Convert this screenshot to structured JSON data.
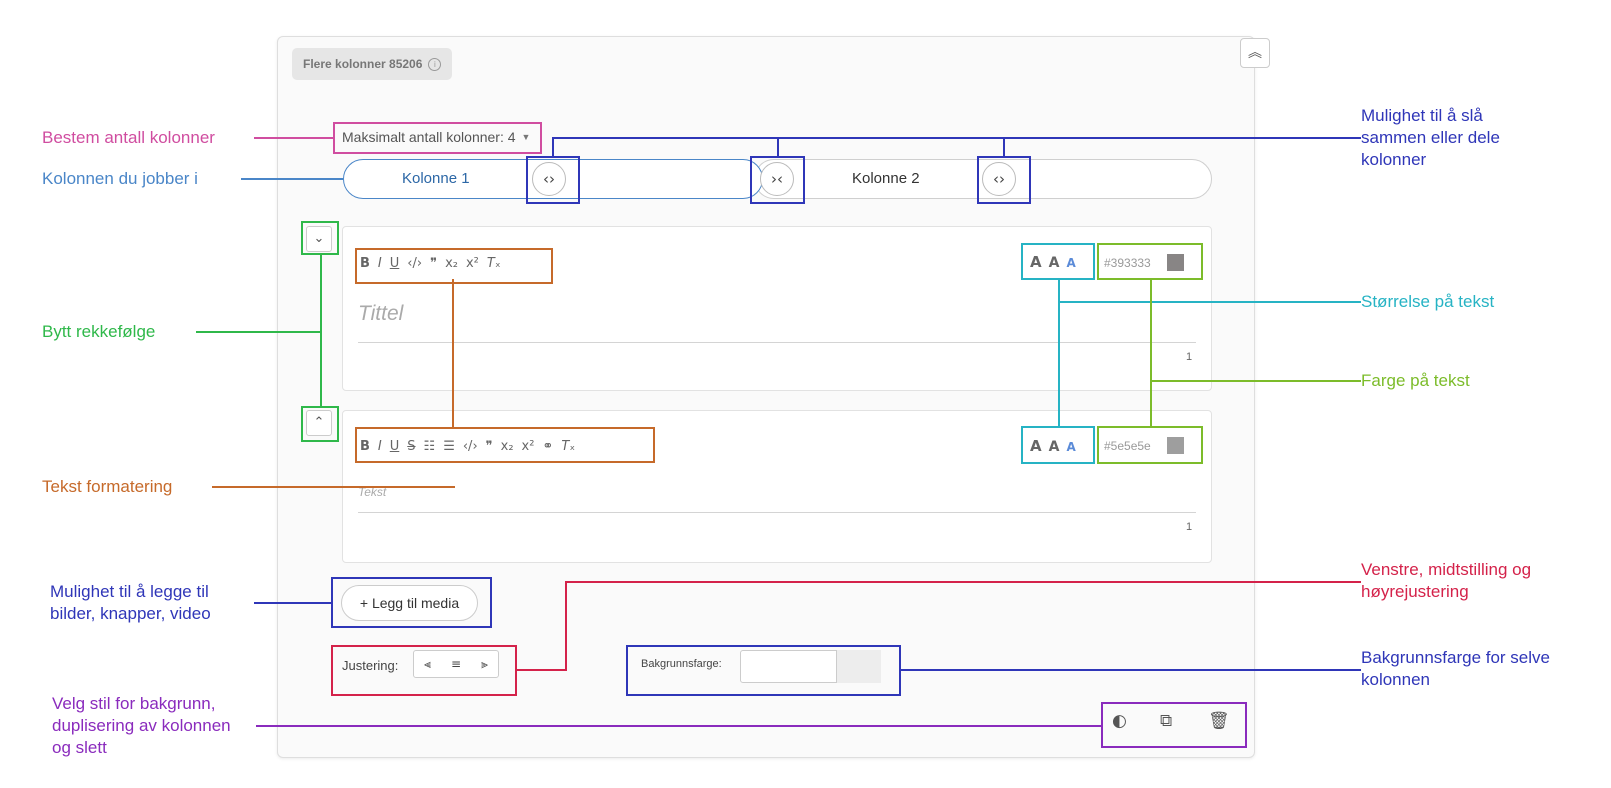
{
  "block": {
    "name": "Flere kolonner 85206",
    "info_icon": "info-icon",
    "collapse_icon": "double-chevron-up-icon"
  },
  "columns": {
    "max_label": "Maksimalt antall kolonner: 4",
    "tabs": [
      {
        "label": "Kolonne 1",
        "active": true
      },
      {
        "label": "Kolonne 2",
        "active": false
      }
    ],
    "merge_split_icons": [
      "expand-icon",
      "merge-icon",
      "expand-icon"
    ]
  },
  "title_editor": {
    "toolbar": [
      "bold-icon",
      "italic-icon",
      "underline-icon",
      "code-icon",
      "quote-icon",
      "subscript-icon",
      "superscript-icon",
      "clear-format-icon"
    ],
    "placeholder": "Tittel",
    "color_hex": "#393333",
    "char_count": "1"
  },
  "text_editor": {
    "toolbar": [
      "bold-icon",
      "italic-icon",
      "underline-icon",
      "strike-icon",
      "ordered-list-icon",
      "bullet-list-icon",
      "code-icon",
      "quote-icon",
      "subscript-icon",
      "superscript-icon",
      "link-icon",
      "clear-format-icon"
    ],
    "placeholder": "Tekst",
    "color_hex": "#5e5e5e",
    "char_count": "1"
  },
  "media": {
    "add_label": "+ Legg til media"
  },
  "alignment": {
    "label": "Justering:",
    "options": [
      "align-left-icon",
      "align-center-icon",
      "align-right-icon"
    ]
  },
  "background": {
    "label": "Bakgrunnsfarge:"
  },
  "actions": [
    "palette-icon",
    "duplicate-icon",
    "trash-icon"
  ],
  "annotations": {
    "max_columns": "Bestem antall kolonner",
    "active_column": "Kolonnen du jobber i",
    "merge_split_1": "Mulighet til å slå",
    "merge_split_2": "sammen eller dele",
    "merge_split_3": "kolonner",
    "reorder": "Bytt rekkefølge",
    "text_size": "Størrelse på tekst",
    "text_color": "Farge på tekst",
    "formatting": "Tekst formatering",
    "media_1": "Mulighet til å legge til",
    "media_2": "bilder, knapper, video",
    "align_1": "Venstre, midtstilling og",
    "align_2": "høyrejustering",
    "bg_1": "Bakgrunnsfarge for selve",
    "bg_2": "kolonnen",
    "style_1": "Velg stil for bakgrunn,",
    "style_2": "duplisering av kolonnen",
    "style_3": "og slett"
  },
  "colors": {
    "pink": "#d04da0",
    "light_blue": "#4a86c8",
    "navy": "#2f36b8",
    "green": "#2fb84a",
    "teal": "#26b3c4",
    "lime": "#7cbc2a",
    "orange": "#c66a2a",
    "crimson": "#d4224a",
    "purple": "#8a2bbd"
  }
}
